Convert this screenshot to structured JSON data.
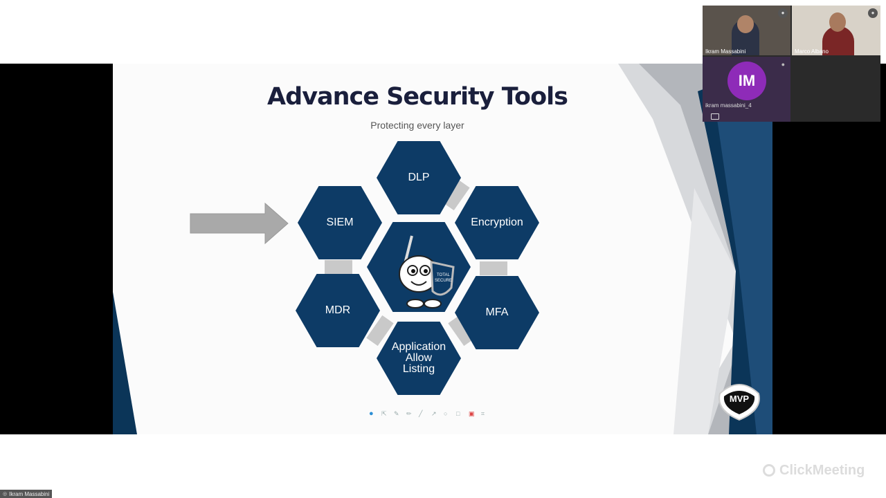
{
  "slide": {
    "title": "Advance Security Tools",
    "subtitle": "Protecting every layer",
    "hexes": {
      "dlp": "DLP",
      "siem": "SIEM",
      "encryption": "Encryption",
      "mdr": "MDR",
      "mfa": "MFA",
      "app_line1": "Application",
      "app_line2": "Allow",
      "app_line3": "Listing"
    },
    "mascot_badge_line1": "TOTAL",
    "mascot_badge_line2": "SECURE",
    "logo_text": "MVP"
  },
  "participants": [
    {
      "name": "Ikram Massabini"
    },
    {
      "name": "Marco Albano"
    },
    {
      "name": "ikram massabini_4",
      "initials": "IM",
      "avatar_color": "#8e2bb8"
    }
  ],
  "brand": {
    "name": "ClickMeeting"
  },
  "status": {
    "speaker": "Ikram Massabini"
  },
  "colors": {
    "hex_blue": "#0d3b66",
    "dark_navy": "#1a1f3c"
  }
}
